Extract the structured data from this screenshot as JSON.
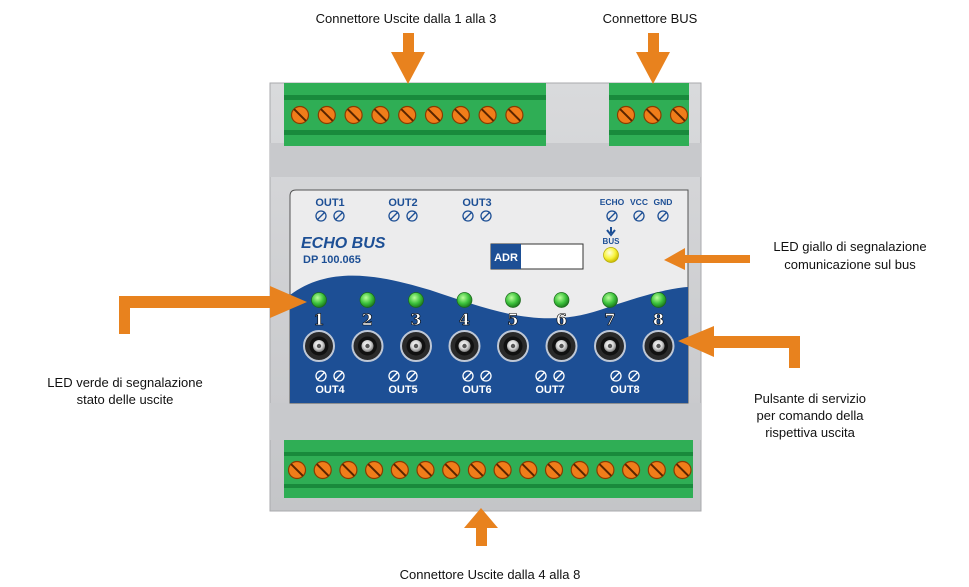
{
  "callouts": {
    "top_outputs": "Connettore Uscite dalla 1 alla 3",
    "top_bus": "Connettore BUS",
    "led_yellow_1": "LED giallo di segnalazione",
    "led_yellow_2": "comunicazione sul bus",
    "led_green_1": "LED verde di segnalazione",
    "led_green_2": "stato delle uscite",
    "button_1": "Pulsante di servizio",
    "button_2": "per comando della",
    "button_3": "rispettiva uscita",
    "bottom_outputs": "Connettore Uscite dalla 4 alla 8"
  },
  "device": {
    "brand": "ECHO BUS",
    "model": "DP 100.065",
    "adr_label": "ADR",
    "top_terminals": [
      "OUT1",
      "OUT2",
      "OUT3"
    ],
    "bus_terminals": [
      "ECHO",
      "VCC",
      "GND"
    ],
    "bus_label": "BUS",
    "bottom_terminals": [
      "OUT4",
      "OUT5",
      "OUT6",
      "OUT7",
      "OUT8"
    ],
    "channels": [
      "1",
      "2",
      "3",
      "4",
      "5",
      "6",
      "7",
      "8"
    ]
  },
  "colors": {
    "arrow": "#e8821e",
    "terminal_green": "#22a84a",
    "screw_orange": "#f07d1a",
    "panel_blue": "#1d4f95",
    "led_green": "#3cc23c",
    "led_yellow": "#f7f23a",
    "housing_gray": "#cfd0d2"
  }
}
